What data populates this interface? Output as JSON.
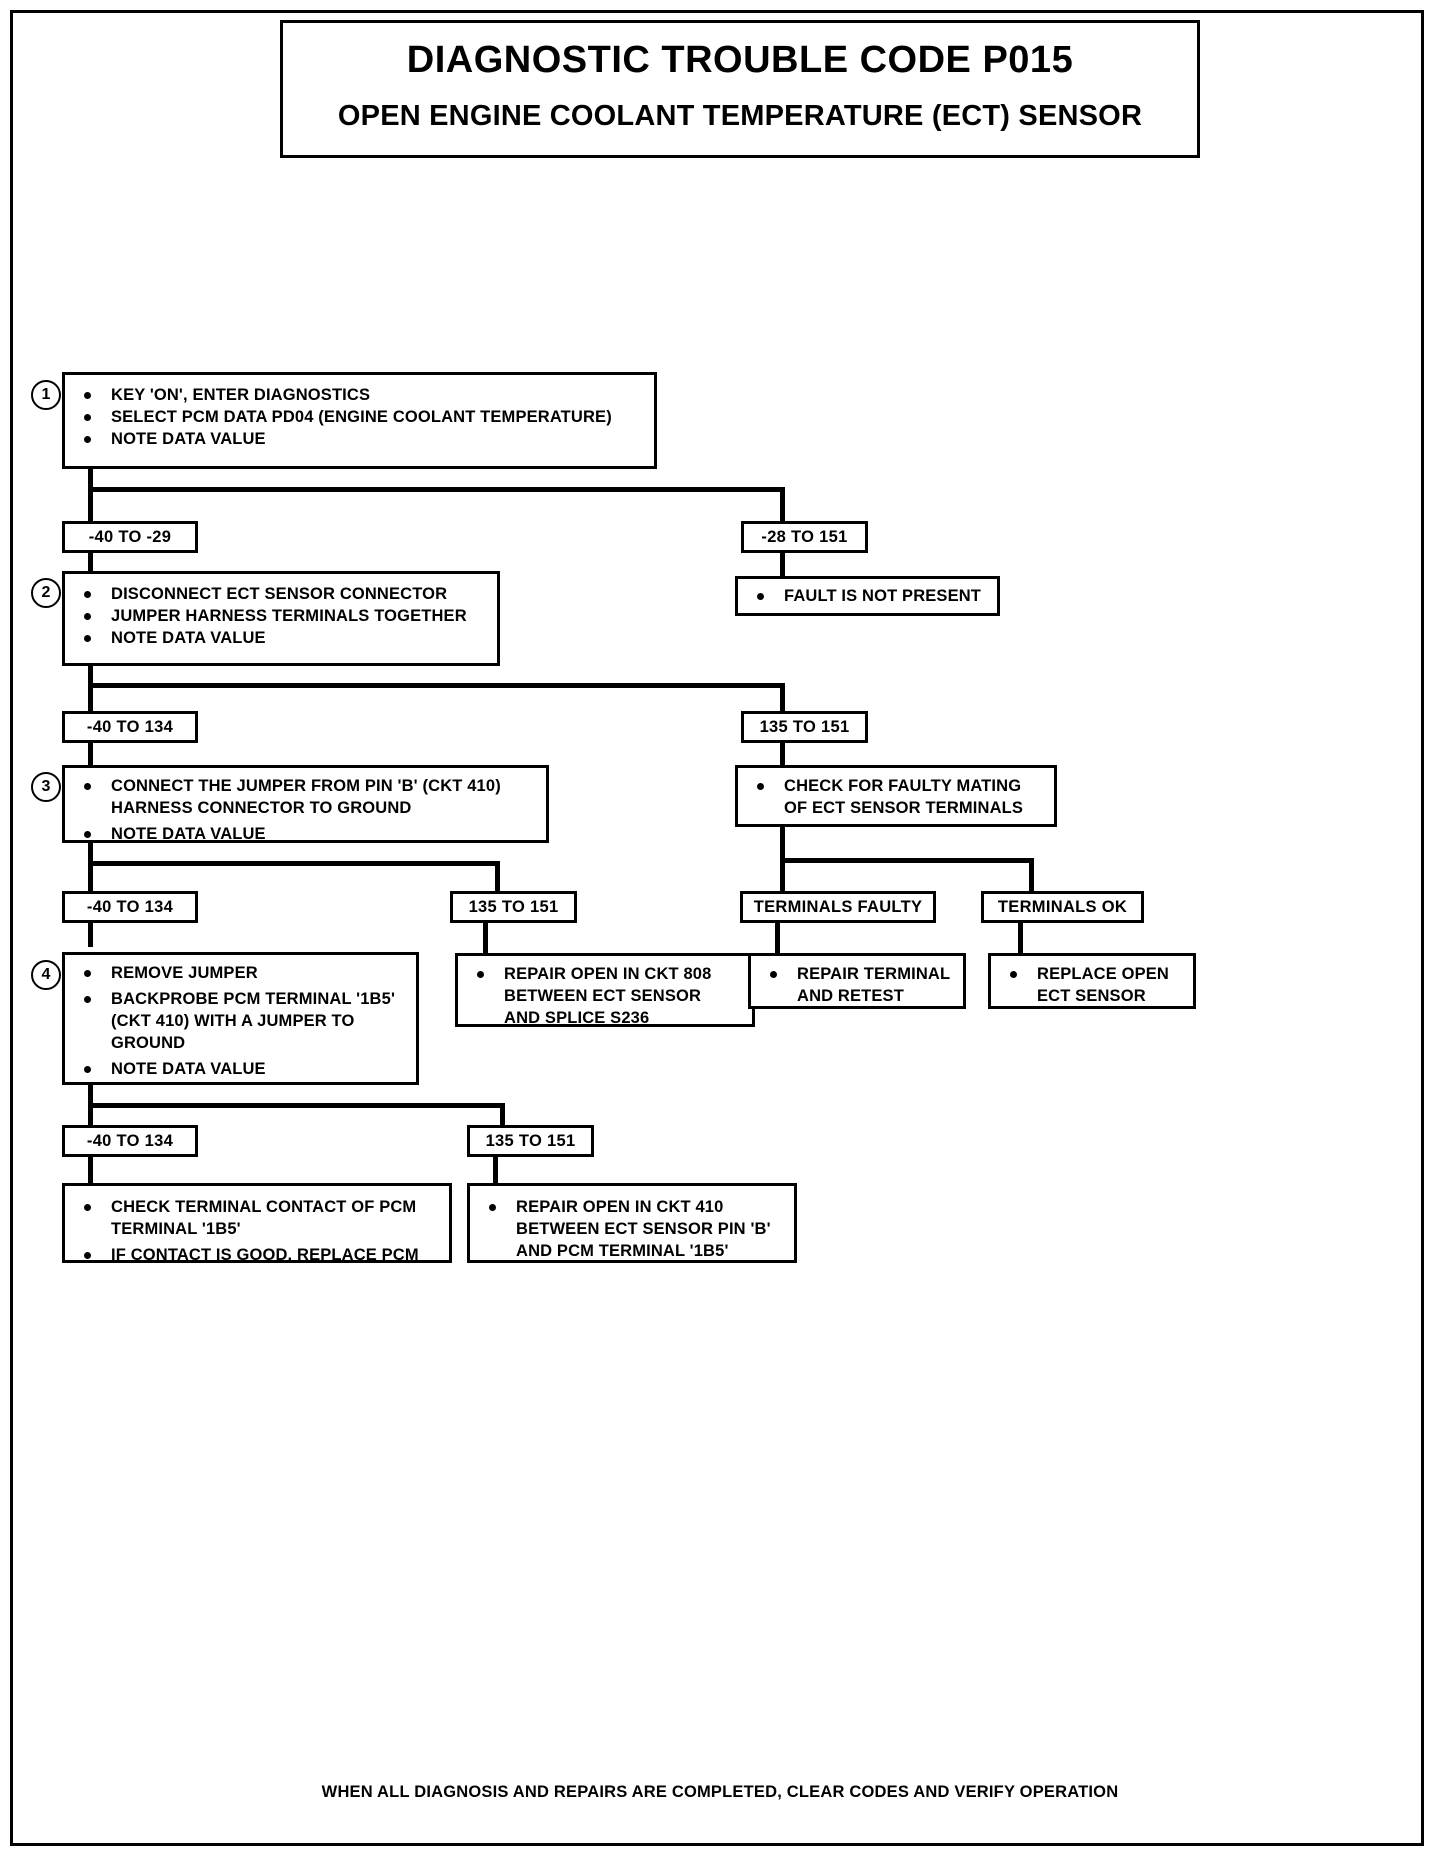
{
  "document": {
    "title_main": "DIAGNOSTIC TROUBLE CODE P015",
    "title_sub": "OPEN ENGINE COOLANT TEMPERATURE (ECT) SENSOR",
    "footer": "WHEN ALL DIAGNOSIS AND REPAIRS ARE COMPLETED, CLEAR CODES AND VERIFY OPERATION"
  },
  "chart_data": {
    "type": "flowchart",
    "title": "DIAGNOSTIC TROUBLE CODE P015 — OPEN ENGINE COOLANT TEMPERATURE (ECT) SENSOR",
    "steps": [
      {
        "number": "1",
        "bullets": [
          "KEY 'ON', ENTER DIAGNOSTICS",
          "SELECT PCM DATA PD04 (ENGINE COOLANT TEMPERATURE)",
          "NOTE DATA VALUE"
        ],
        "branches": [
          "-40 TO -29",
          "-28 TO 151"
        ]
      },
      {
        "number": "2",
        "bullets": [
          "DISCONNECT ECT SENSOR CONNECTOR",
          "JUMPER HARNESS TERMINALS TOGETHER",
          "NOTE DATA VALUE"
        ],
        "branches": [
          "-40 TO 134",
          "135 TO 151"
        ]
      },
      {
        "number": "3",
        "bullets": [
          "CONNECT THE JUMPER FROM PIN 'B' (CKT 410)\nHARNESS CONNECTOR TO GROUND",
          "NOTE DATA VALUE"
        ],
        "branches": [
          "-40 TO 134",
          "135 TO 151"
        ]
      },
      {
        "number": "4",
        "bullets": [
          "REMOVE JUMPER",
          "BACKPROBE PCM TERMINAL '1B5'\n(CKT 410) WITH A JUMPER TO\nGROUND",
          "NOTE DATA VALUE"
        ],
        "branches": [
          "-40 TO 134",
          "135 TO 151"
        ]
      }
    ]
  },
  "nodes": {
    "step1": {
      "b1": "KEY 'ON', ENTER DIAGNOSTICS",
      "b2": "SELECT PCM DATA PD04 (ENGINE COOLANT TEMPERATURE)",
      "b3": "NOTE DATA VALUE"
    },
    "step2": {
      "b1": "DISCONNECT ECT SENSOR CONNECTOR",
      "b2": "JUMPER HARNESS TERMINALS TOGETHER",
      "b3": "NOTE DATA VALUE"
    },
    "step3": {
      "b1": "CONNECT THE JUMPER FROM PIN 'B' (CKT 410)\nHARNESS CONNECTOR TO GROUND",
      "b2": "NOTE DATA VALUE"
    },
    "step4": {
      "b1": "REMOVE JUMPER",
      "b2": "BACKPROBE PCM TERMINAL '1B5'\n(CKT 410) WITH A JUMPER TO\nGROUND",
      "b3": "NOTE DATA VALUE"
    },
    "fault_not_present": "FAULT IS NOT PRESENT",
    "check_mating": "CHECK FOR FAULTY MATING\nOF ECT SENSOR TERMINALS",
    "repair_open_808": "REPAIR OPEN IN CKT 808\nBETWEEN ECT SENSOR\nAND SPLICE S236",
    "repair_terminal": "REPAIR  TERMINAL\nAND RETEST",
    "replace_sensor": "REPLACE  OPEN\nECT SENSOR",
    "check_terminal_contact_1": "CHECK TERMINAL CONTACT OF PCM\nTERMINAL '1B5'",
    "check_terminal_contact_2": "IF CONTACT IS GOOD, REPLACE PCM",
    "repair_open_410": "REPAIR OPEN IN CKT 410\nBETWEEN ECT SENSOR PIN 'B'\nAND PCM TERMINAL '1B5'"
  },
  "labels": {
    "step_1_num": "1",
    "step_2_num": "2",
    "step_3_num": "3",
    "step_4_num": "4",
    "r1_left": "-40 TO -29",
    "r1_right": "-28 TO 151",
    "r2_left": "-40 TO 134",
    "r2_right": "135 TO 151",
    "r3_left": "-40 TO 134",
    "r3_mid": "135 TO 151",
    "terminals_faulty": "TERMINALS FAULTY",
    "terminals_ok": "TERMINALS OK",
    "r4_left": "-40 TO 134",
    "r4_right": "135 TO 151"
  },
  "colors": {
    "ink": "#000000",
    "paper": "#ffffff"
  }
}
